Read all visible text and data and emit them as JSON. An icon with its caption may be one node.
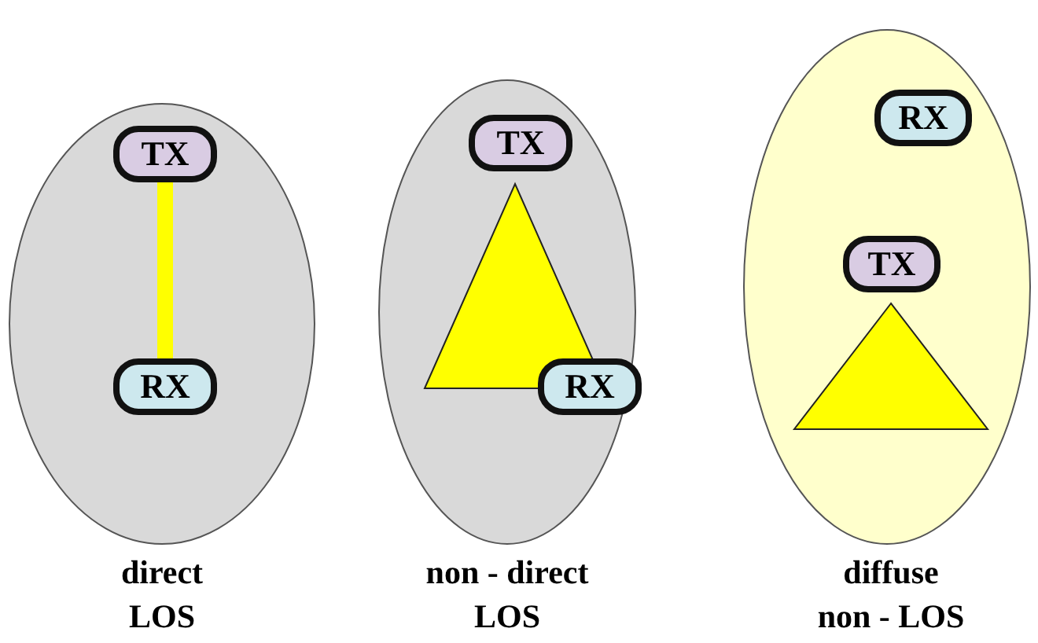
{
  "diagram": {
    "nodes": [
      {
        "text": [],
        "shape": "ellipse"
      },
      {
        "text": [
          "TX"
        ],
        "in": 0
      },
      {
        "text": [
          "RX"
        ],
        "in": 0
      },
      {
        "text": [],
        "shape": "ellipse"
      },
      {
        "text": [
          "TX"
        ],
        "in": 3
      },
      {
        "text": [],
        "shape": "triangle",
        "in": 3
      },
      {
        "text": [
          "RX"
        ],
        "in": 3
      },
      {
        "text": [],
        "shape": "ellipse"
      },
      {
        "text": [
          "RX"
        ],
        "in": 7
      },
      {
        "text": [
          "TX"
        ],
        "in": 7
      },
      {
        "text": [],
        "shape": "triangle",
        "in": 7
      }
    ],
    "edges": [
      {
        "from": 1,
        "to": 2,
        "arrow": "none",
        "color": "#ffff00"
      }
    ],
    "labels": [
      "direct LOS",
      "non - direct LOS",
      "diffuse non - LOS"
    ]
  }
}
